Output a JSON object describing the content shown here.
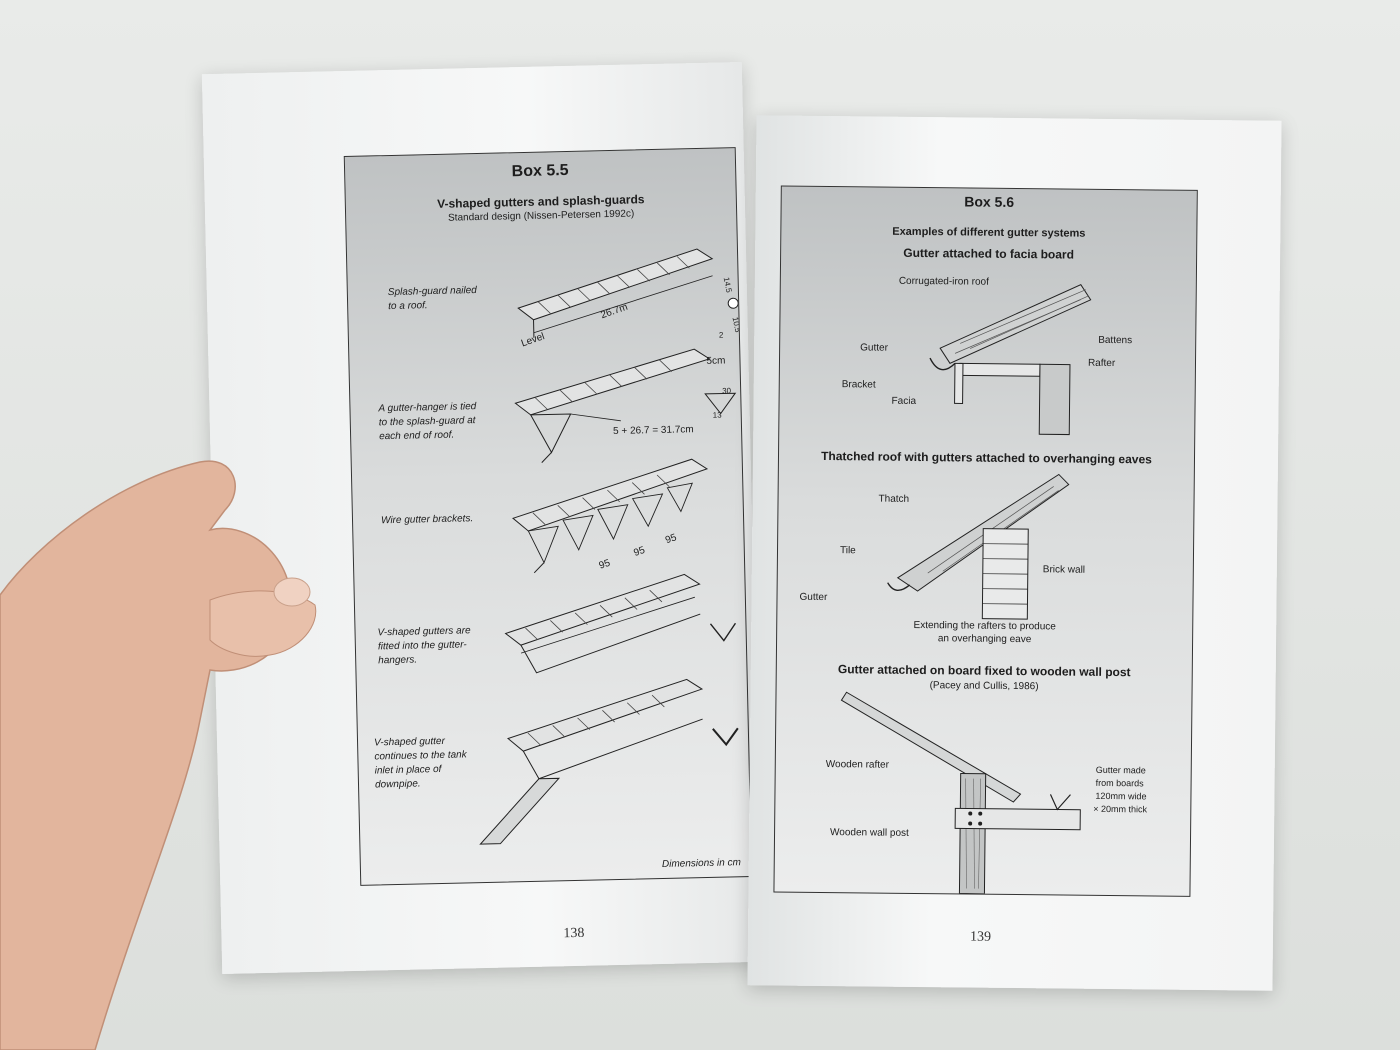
{
  "left_page": {
    "box_title": "Box 5.5",
    "heading": "V-shaped gutters and splash-guards",
    "subheading": "Standard design (Nissen-Petersen 1992c)",
    "captions": [
      "Splash-guard nailed to a roof.",
      "A gutter-hanger is tied to the splash-guard at each end of roof.",
      "Wire gutter brackets.",
      "V-shaped gutters are fitted into the gutter-hangers.",
      "V-shaped gutter continues to the tank inlet in place of downpipe."
    ],
    "labels": {
      "level": "Level",
      "length": "26.7m",
      "five_cm": "5cm",
      "sum": "5 + 26.7 = 31.7cm",
      "bracket_spacing": "95",
      "dim_a": "14.5",
      "dim_b": "10.5",
      "dim_c": "2",
      "dim_d": "30",
      "dim_e": "13"
    },
    "footer_note": "Dimensions in cm",
    "page_number": "138"
  },
  "right_page": {
    "box_title": "Box 5.6",
    "heading": "Examples of different gutter systems",
    "section1": {
      "title": "Gutter attached to facia board",
      "labels": {
        "roof": "Corrugated-iron roof",
        "gutter": "Gutter",
        "battens": "Battens",
        "rafter": "Rafter",
        "bracket": "Bracket",
        "facia": "Facia"
      }
    },
    "section2": {
      "title": "Thatched roof with gutters attached to overhanging eaves",
      "labels": {
        "thatch": "Thatch",
        "tile": "Tile",
        "brick_wall": "Brick wall",
        "gutter": "Gutter"
      },
      "caption_line1": "Extending the rafters to produce",
      "caption_line2": "an overhanging eave"
    },
    "section3": {
      "title": "Gutter attached on board fixed to wooden wall post",
      "source": "(Pacey and Cullis, 1986)",
      "labels": {
        "wooden_rafter": "Wooden rafter",
        "wooden_wall_post": "Wooden wall post",
        "gutter_note_1": "Gutter made",
        "gutter_note_2": "from boards",
        "gutter_note_3": "120mm wide",
        "gutter_note_4": "× 20mm thick"
      }
    },
    "page_number": "139"
  },
  "colors": {
    "box_fill": "#c7cacb",
    "paper": "#f6f7f7",
    "skin": "#e2b59d"
  }
}
